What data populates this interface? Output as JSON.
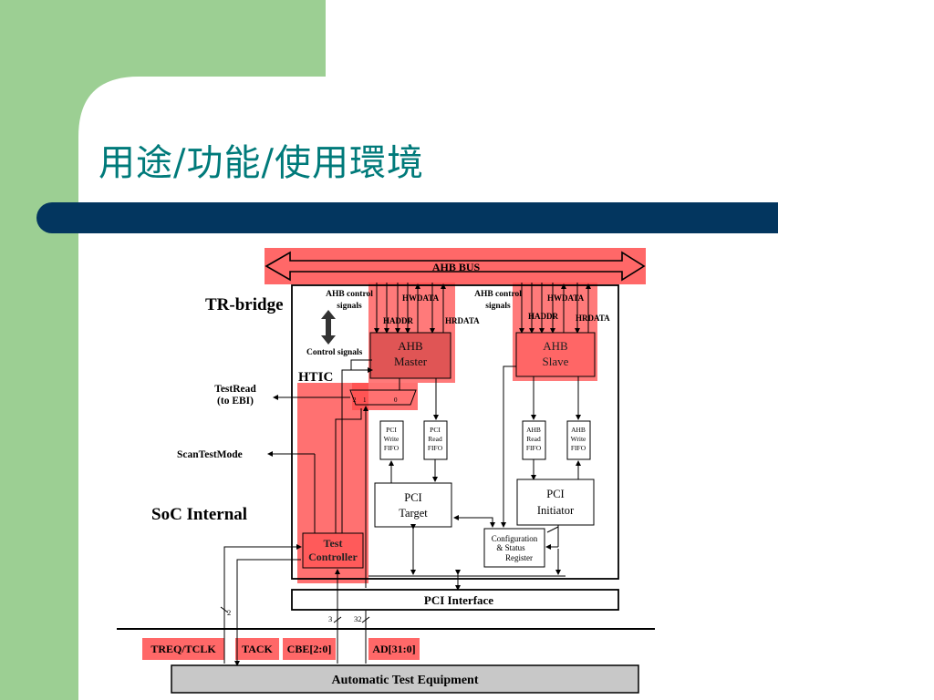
{
  "slide": {
    "title": "用途/功能/使用環境",
    "colors": {
      "left_band": "#9ccf93",
      "title_text": "#007a7a",
      "divider_bar": "#03365f",
      "highlight": "#ff4d4d",
      "ate_box": "#c8c8c8"
    }
  },
  "diagram": {
    "ahb_bus": "AHB BUS",
    "tr_bridge": "TR-bridge",
    "htic": "HTIC",
    "ahb_control_left_1": "AHB control",
    "ahb_control_left_2": "signals",
    "ahb_control_right_1": "AHB control",
    "ahb_control_right_2": "signals",
    "hwdata_left": "HWDATA",
    "haddr_left": "HADDR",
    "hrdata_left": "HRDATA",
    "hwdata_right": "HWDATA",
    "haddr_right": "HADDR",
    "hrdata_right": "HRDATA",
    "control_signals": "Control signals",
    "ahb_master_1": "AHB",
    "ahb_master_2": "Master",
    "ahb_slave_1": "AHB",
    "ahb_slave_2": "Slave",
    "testread_1": "TestRead",
    "testread_2": "(to EBI)",
    "scantestmode": "ScanTestMode",
    "soc_internal": "SoC Internal",
    "mux_2": "2",
    "mux_1": "1",
    "mux_0": "0",
    "pci_write_fifo_1": "PCI",
    "pci_write_fifo_2": "Write",
    "pci_write_fifo_3": "FIFO",
    "pci_read_fifo_1": "PCI",
    "pci_read_fifo_2": "Read",
    "pci_read_fifo_3": "FIFO",
    "ahb_read_fifo_1": "AHB",
    "ahb_read_fifo_2": "Read",
    "ahb_read_fifo_3": "FIFO",
    "ahb_write_fifo_1": "AHB",
    "ahb_write_fifo_2": "Write",
    "ahb_write_fifo_3": "FIFO",
    "pci_target_1": "PCI",
    "pci_target_2": "Target",
    "pci_initiator_1": "PCI",
    "pci_initiator_2": "Initiator",
    "config_1": "Configuration",
    "config_2": "& Status",
    "config_3": "Register",
    "test_controller_1": "Test",
    "test_controller_2": "Controller",
    "pci_interface": "PCI Interface",
    "bus_width_2": "2",
    "bus_width_3": "3",
    "bus_width_32": "32",
    "treq_tclk": "TREQ/TCLK",
    "tack": "TACK",
    "cbe": "CBE[2:0]",
    "ad": "AD[31:0]",
    "ate": "Automatic Test Equipment"
  }
}
